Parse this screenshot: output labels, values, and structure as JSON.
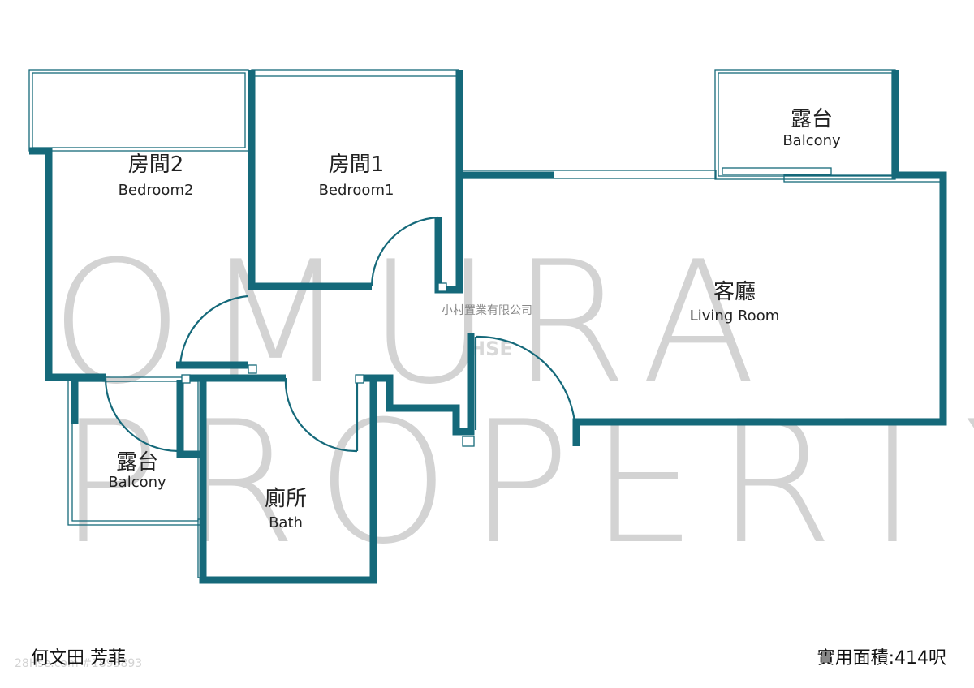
{
  "watermark": {
    "line1": "OMURA",
    "line2": "PROPERTY",
    "line3": "HSE",
    "faint_code": "28Hse.com #1893893"
  },
  "center_label": "小村置業有限公司",
  "rooms": {
    "bedroom2": {
      "cn": "房間2",
      "en": "Bedroom2"
    },
    "bedroom1": {
      "cn": "房間1",
      "en": "Bedroom1"
    },
    "balcony_top": {
      "cn": "露台",
      "en": "Balcony"
    },
    "living_room": {
      "cn": "客廳",
      "en": "Living Room"
    },
    "balcony_left": {
      "cn": "露台",
      "en": "Balcony"
    },
    "bath": {
      "cn": "廁所",
      "en": "Bath"
    }
  },
  "footer": {
    "location": "何文田 芳菲",
    "area": "實用面積:414呎"
  },
  "colors": {
    "wall": "#15697a",
    "watermark": "#d3d3d3",
    "text": "#222222"
  }
}
